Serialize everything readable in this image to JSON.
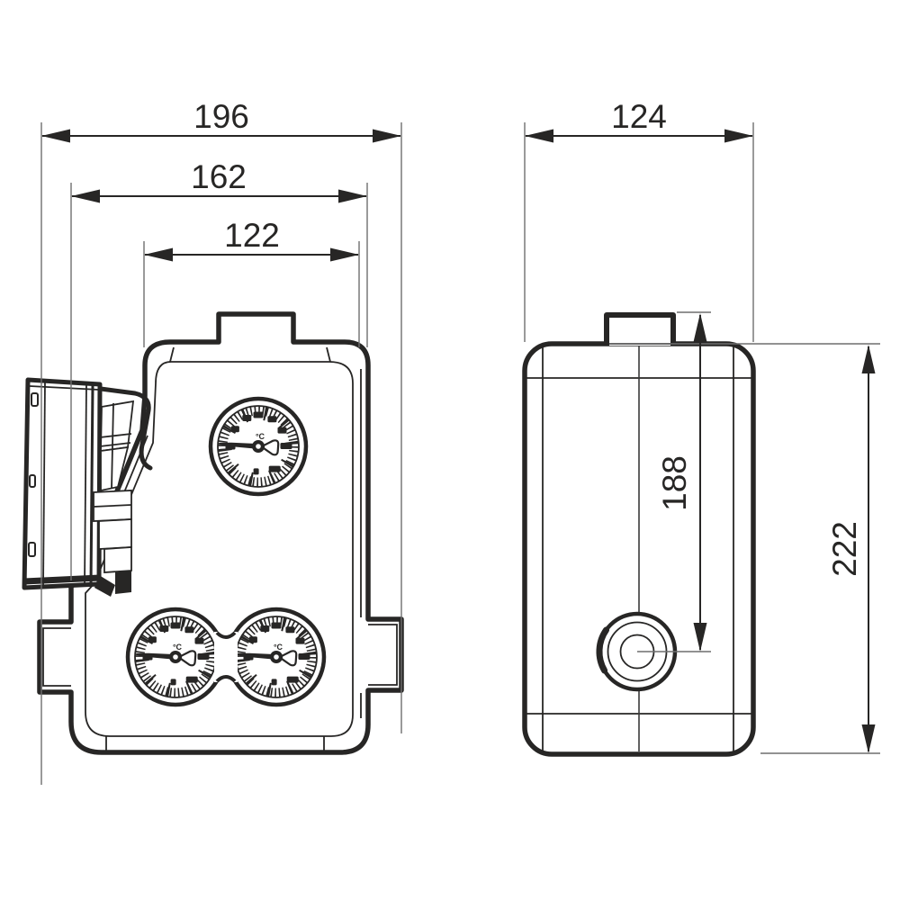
{
  "drawing": {
    "type": "technical-dimension-drawing",
    "background_color": "#ffffff",
    "line_color": "#272625",
    "extension_line_color": "#6f6f6f",
    "side_view": {
      "dims": {
        "overall_width": "196",
        "body_width": "162",
        "top_width": "122"
      },
      "gauge_count": 3,
      "gauge_unit": "°C"
    },
    "front_view": {
      "dims": {
        "depth": "124",
        "port_center_from_top": "188",
        "overall_height": "222"
      }
    }
  }
}
